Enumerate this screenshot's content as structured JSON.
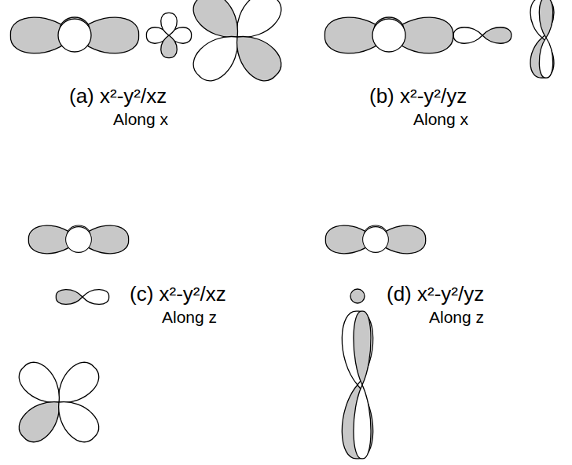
{
  "diagram": {
    "labels": [
      "(a) x²-y²/xz",
      "Along x",
      "(b) x²-y²/yz",
      "Along x",
      "(c) x²-y²/xz",
      "Along z",
      "(d) x²-y²/yz",
      "Along z"
    ]
  }
}
